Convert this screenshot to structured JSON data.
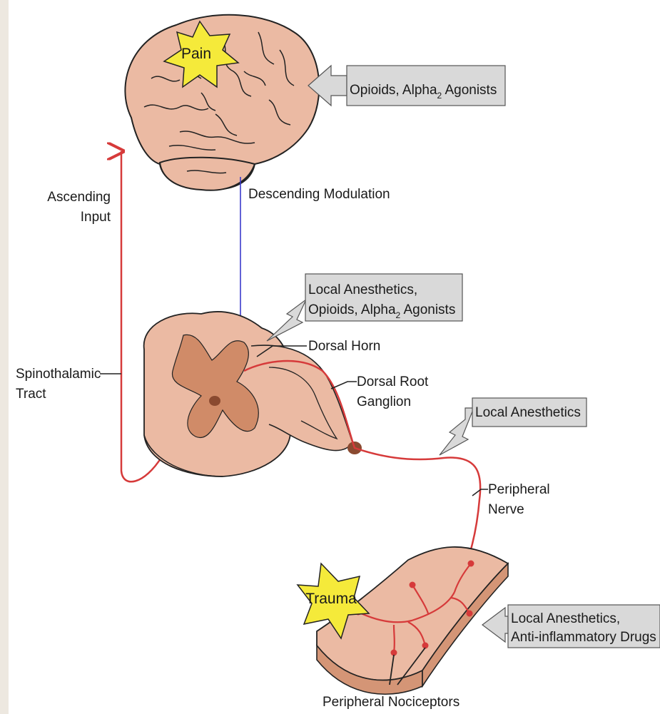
{
  "diagram": {
    "stars": {
      "pain": "Pain",
      "trauma": "Trauma"
    },
    "drug_boxes": {
      "brain": {
        "text": "Opioids, Alpha",
        "sub": "2",
        "after": " Agonists"
      },
      "spinal_line1": "Local Anesthetics,",
      "spinal_line2": {
        "text": "Opioids, Alpha",
        "sub": "2",
        "after": " Agonists"
      },
      "nerve": "Local Anesthetics",
      "skin_line1": "Local Anesthetics,",
      "skin_line2": "Anti-inflammatory Drugs"
    },
    "labels": {
      "ascending_line1": "Ascending",
      "ascending_line2": "Input",
      "descending": "Descending Modulation",
      "spinothalamic_line1": "Spinothalamic",
      "spinothalamic_line2": "Tract",
      "dorsal_horn": "Dorsal Horn",
      "drg_line1": "Dorsal Root",
      "drg_line2": "Ganglion",
      "peripheral_line1": "Peripheral",
      "peripheral_line2": "Nerve",
      "nociceptors": "Peripheral Nociceptors"
    },
    "colors": {
      "tissue": "#ebbaa3",
      "tissue_dark": "#d49576",
      "gray_matter": "#d08b68",
      "pathway": "#d63a3a",
      "descending": "#3a3acc",
      "star": "#f5ea3a",
      "box": "#d9d9d9"
    }
  }
}
